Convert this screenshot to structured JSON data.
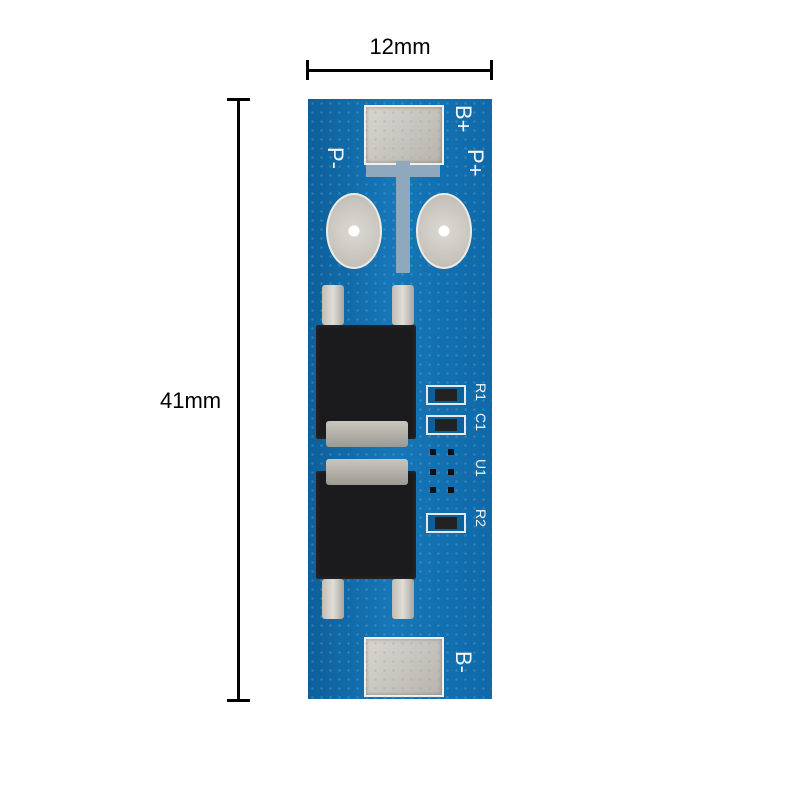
{
  "dimensions": {
    "width_label": "12mm",
    "height_label": "41mm"
  },
  "board_labels": {
    "b_plus": "B+",
    "p_plus": "P+",
    "p_minus": "P-",
    "b_minus": "B-",
    "r1": "R1",
    "c1": "C1",
    "u1": "U1",
    "r2": "R2"
  },
  "colors": {
    "pcb": "#1677b8",
    "pads": "#c8c5bf",
    "silkscreen": "#f4f6f8",
    "dimension_lines": "#000000"
  }
}
